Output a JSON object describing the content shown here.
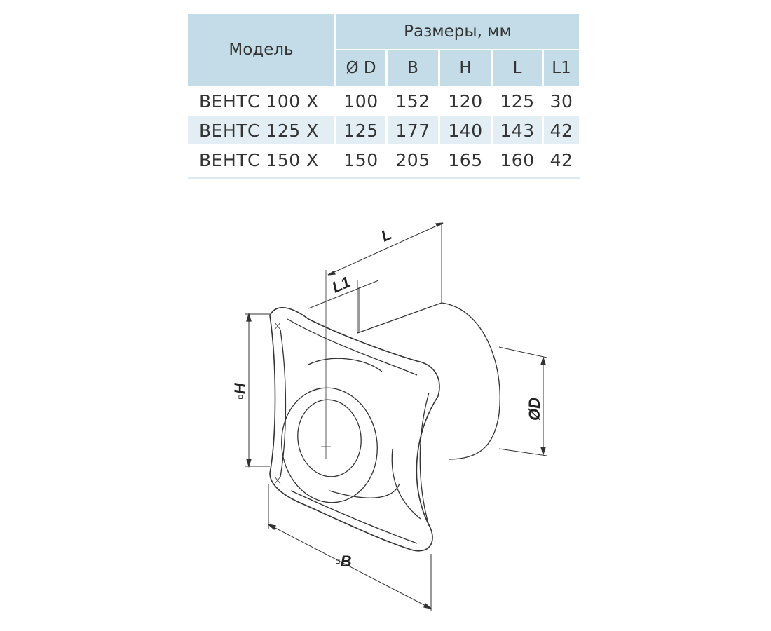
{
  "table": {
    "model_header": "Модель",
    "dims_header": "Размеры, мм",
    "columns": [
      "Ø D",
      "B",
      "H",
      "L",
      "L1"
    ],
    "rows": [
      {
        "model": "ВЕНТС 100 Х",
        "values": [
          "100",
          "152",
          "120",
          "125",
          "30"
        ]
      },
      {
        "model": "ВЕНТС 125 Х",
        "values": [
          "125",
          "177",
          "140",
          "143",
          "42"
        ]
      },
      {
        "model": "ВЕНТС 150 Х",
        "values": [
          "150",
          "205",
          "165",
          "160",
          "42"
        ]
      }
    ]
  },
  "drawing": {
    "labels": {
      "L": "L",
      "L1": "L1",
      "H": "▫H",
      "D": "ØD",
      "B": "▫B"
    }
  }
}
